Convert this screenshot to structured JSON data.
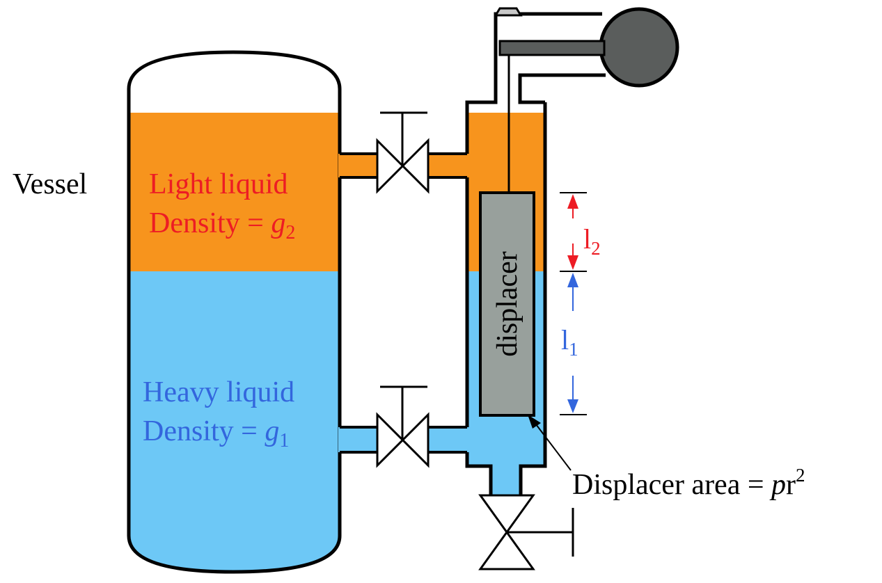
{
  "labels": {
    "vessel": "Vessel",
    "light_line1": "Light liquid",
    "light_line2_prefix": "Density = ",
    "light_density_symbol": "g",
    "light_density_sub": "2",
    "heavy_line1": "Heavy liquid",
    "heavy_line2_prefix": "Density = ",
    "heavy_density_symbol": "g",
    "heavy_density_sub": "1",
    "displacer": "displacer",
    "l2_symbol": "l",
    "l2_sub": "2",
    "l1_symbol": "l",
    "l1_sub": "1",
    "area_prefix": "Displacer area = ",
    "area_symbol": "p",
    "area_r": "r",
    "area_exp": "2"
  },
  "colors": {
    "light_liquid": "#F7941D",
    "heavy_liquid": "#6DC8F6",
    "outline": "#000000",
    "displacer_fill": "#98A09C",
    "gauge": "#5A5D5C",
    "cap": "#C8C8C8",
    "light_text": "#ED1C24",
    "heavy_text": "#3366DD",
    "l2_arrow": "#ED1C24",
    "l1_arrow": "#3366DD"
  }
}
